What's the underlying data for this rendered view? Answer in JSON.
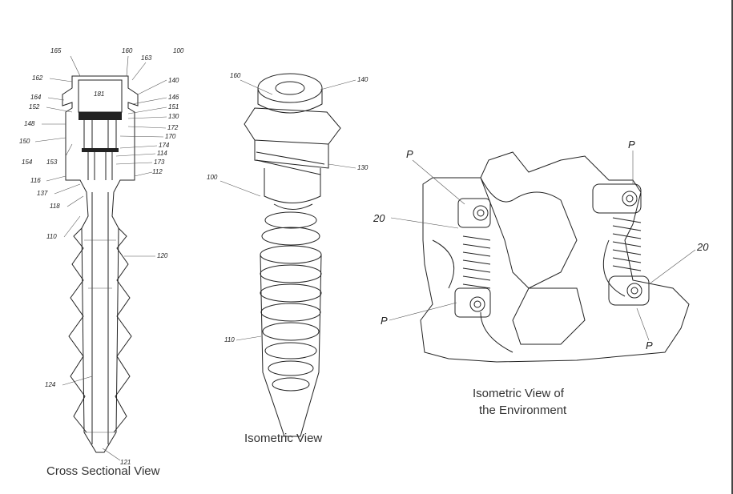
{
  "header_text": "",
  "cross_section": {
    "caption": "Cross Sectional View",
    "labels": [
      "165",
      "160",
      "163",
      "100",
      "162",
      "140",
      "164",
      "181",
      "146",
      "152",
      "151",
      "148",
      "130",
      "172",
      "150",
      "170",
      "174",
      "154",
      "153",
      "114",
      "173",
      "116",
      "112",
      "137",
      "118",
      "110",
      "120",
      "124",
      "121"
    ]
  },
  "isometric": {
    "caption": "Isometric View",
    "labels": [
      "160",
      "140",
      "130",
      "100",
      "110"
    ]
  },
  "environment": {
    "caption_line1": "Isometric View of",
    "caption_line2": "the Environment",
    "labels": [
      "P",
      "P",
      "20",
      "20",
      "P",
      "P"
    ]
  }
}
